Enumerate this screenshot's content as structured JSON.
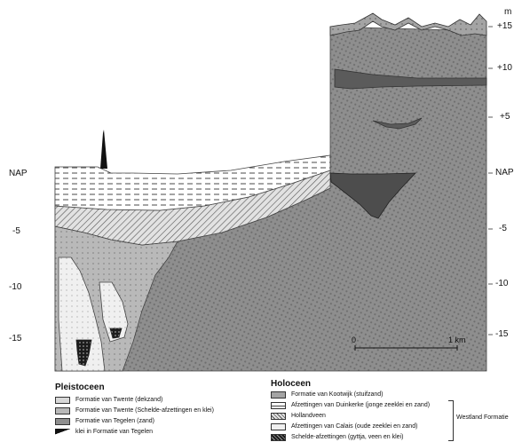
{
  "axis": {
    "left": [
      "NAP",
      "-5",
      "-10",
      "-15"
    ],
    "right": [
      "m",
      "+15",
      "+10",
      "+5",
      "NAP",
      "-5",
      "-10",
      "-15"
    ]
  },
  "scale": {
    "start": "0",
    "end": "1 km"
  },
  "legend": {
    "pleistocene": {
      "heading": "Pleistoceen",
      "items": [
        "Formatie van Twente (dekzand)",
        "Formatie van Twente (Schelde-afzettingen en klei)",
        "Formatie van Tegelen (zand)",
        "klei in Formatie van Tegelen"
      ]
    },
    "holocene": {
      "heading": "Holoceen",
      "items": [
        "Formatie van Kootwijk (stuifzand)",
        "Afzettingen van Duinkerke (jonge zeeklei en zand)",
        "Hollandveen",
        "Afzettingen van Calais (oude zeeklei en zand)",
        "Schelde-afzettingen (gyttja, veen en klei)"
      ],
      "group_label": "Westland Formatie"
    }
  }
}
